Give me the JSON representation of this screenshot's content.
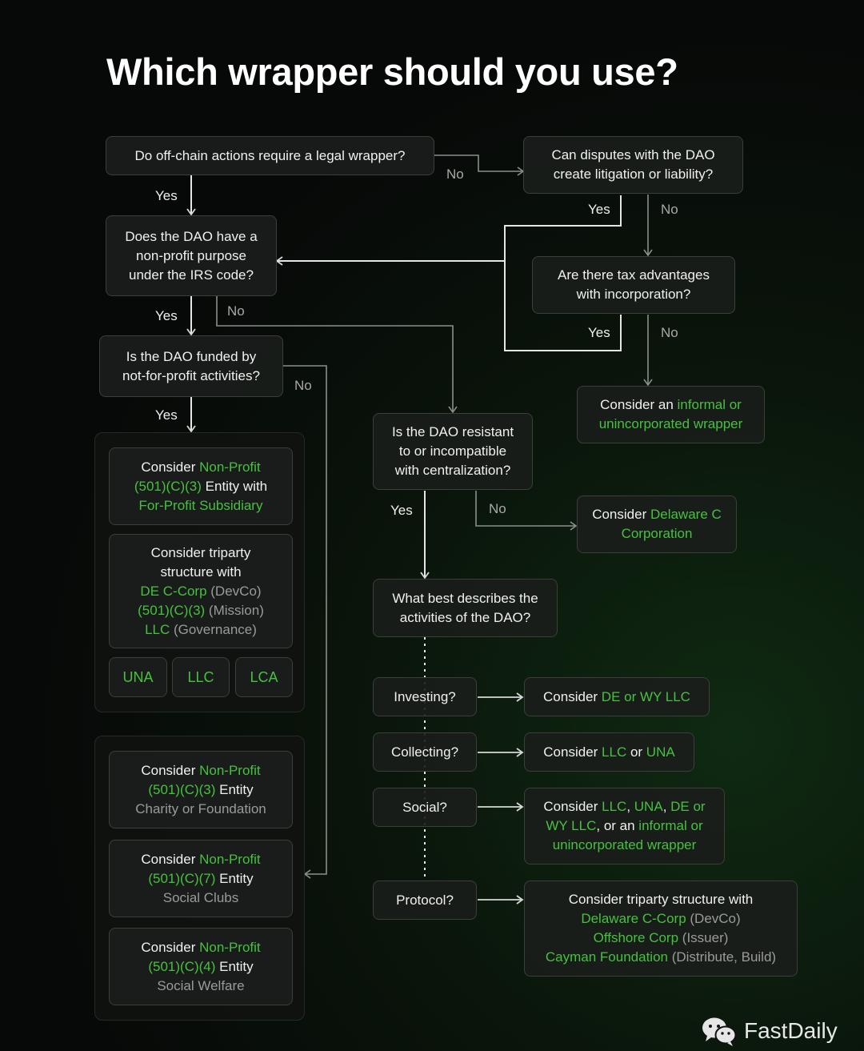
{
  "title": "Which wrapper should you use?",
  "labels": {
    "yes": "Yes",
    "no": "No"
  },
  "nodes": {
    "q_offchain": "Do off-chain actions require a legal wrapper?",
    "q_disputes": [
      "Can disputes with the DAO",
      "create litigation or liability?"
    ],
    "q_nonprofit": [
      "Does the DAO have a",
      "non-profit purpose",
      "under the IRS code?"
    ],
    "q_tax": [
      "Are there tax advantages",
      "with incorporation?"
    ],
    "q_funded": [
      "Is the DAO funded by",
      "not-for-profit activities?"
    ],
    "q_resistant": [
      "Is the DAO resistant",
      "to or incompatible",
      "with centralization?"
    ],
    "q_activities": [
      "What best describes the",
      "activities of the DAO?"
    ],
    "informal": {
      "pre": "Consider an ",
      "g1": "informal or",
      "g2": "unincorporated wrapper"
    },
    "delaware": {
      "pre": "Consider ",
      "g1": "Delaware C",
      "g2": "Corporation"
    },
    "investing": "Investing?",
    "collecting": "Collecting?",
    "social": "Social?",
    "protocol": "Protocol?",
    "r_investing": {
      "pre": "Consider ",
      "g": "DE or WY LLC"
    },
    "r_collecting": {
      "pre": "Consider ",
      "g1": "LLC",
      "mid": " or ",
      "g2": "UNA"
    },
    "r_social": {
      "l1_pre": "Consider ",
      "l1_g1": "LLC",
      "l1_c1": ", ",
      "l1_g2": "UNA",
      "l1_c2": ", ",
      "l1_g3": "DE or",
      "l2_g": "WY LLC",
      "l2_mid": ", or an ",
      "l2_g2": "informal or",
      "l3_g": "unincorporated wrapper"
    },
    "r_protocol": {
      "l1": "Consider triparty structure with",
      "l2_g": "Delaware C-Corp",
      "l2_d": " (DevCo)",
      "l3_g": "Offshore Corp",
      "l3_d": " (Issuer)",
      "l4_g": "Cayman Foundation",
      "l4_d": " (Distribute, Build)"
    },
    "np_sub": {
      "pre": "Consider ",
      "g1": "Non-Profit",
      "g2": "(501)(C)(3)",
      "mid": " Entity with",
      "g3": "For-Profit Subsidiary"
    },
    "triparty": {
      "l1": "Consider triparty",
      "l2": "structure with",
      "l3_g": "DE C-Corp",
      "l3_d": " (DevCo)",
      "l4_g": "(501)(C)(3)",
      "l4_d": " (Mission)",
      "l5_g": "LLC",
      "l5_d": " (Governance)"
    },
    "una": "UNA",
    "llc": "LLC",
    "lca": "LCA",
    "np_charity": {
      "pre": "Consider ",
      "g1": "Non-Profit",
      "g2": "(501)(C)(3)",
      "mid": " Entity",
      "d": "Charity or Foundation"
    },
    "np_social": {
      "pre": "Consider ",
      "g1": "Non-Profit",
      "g2": "(501)(C)(7)",
      "mid": " Entity",
      "d": "Social Clubs"
    },
    "np_welfare": {
      "pre": "Consider ",
      "g1": "Non-Profit",
      "g2": "(501)(C)(4)",
      "mid": " Entity",
      "d": "Social Welfare"
    }
  },
  "footer": {
    "brand": "FastDaily",
    "icon": "wechat-icon"
  },
  "colors": {
    "accent_green": "#46c13e",
    "dim_text": "#9a9a9a",
    "node_border": "#3a3f3a",
    "connector": "#d8d8d8"
  }
}
